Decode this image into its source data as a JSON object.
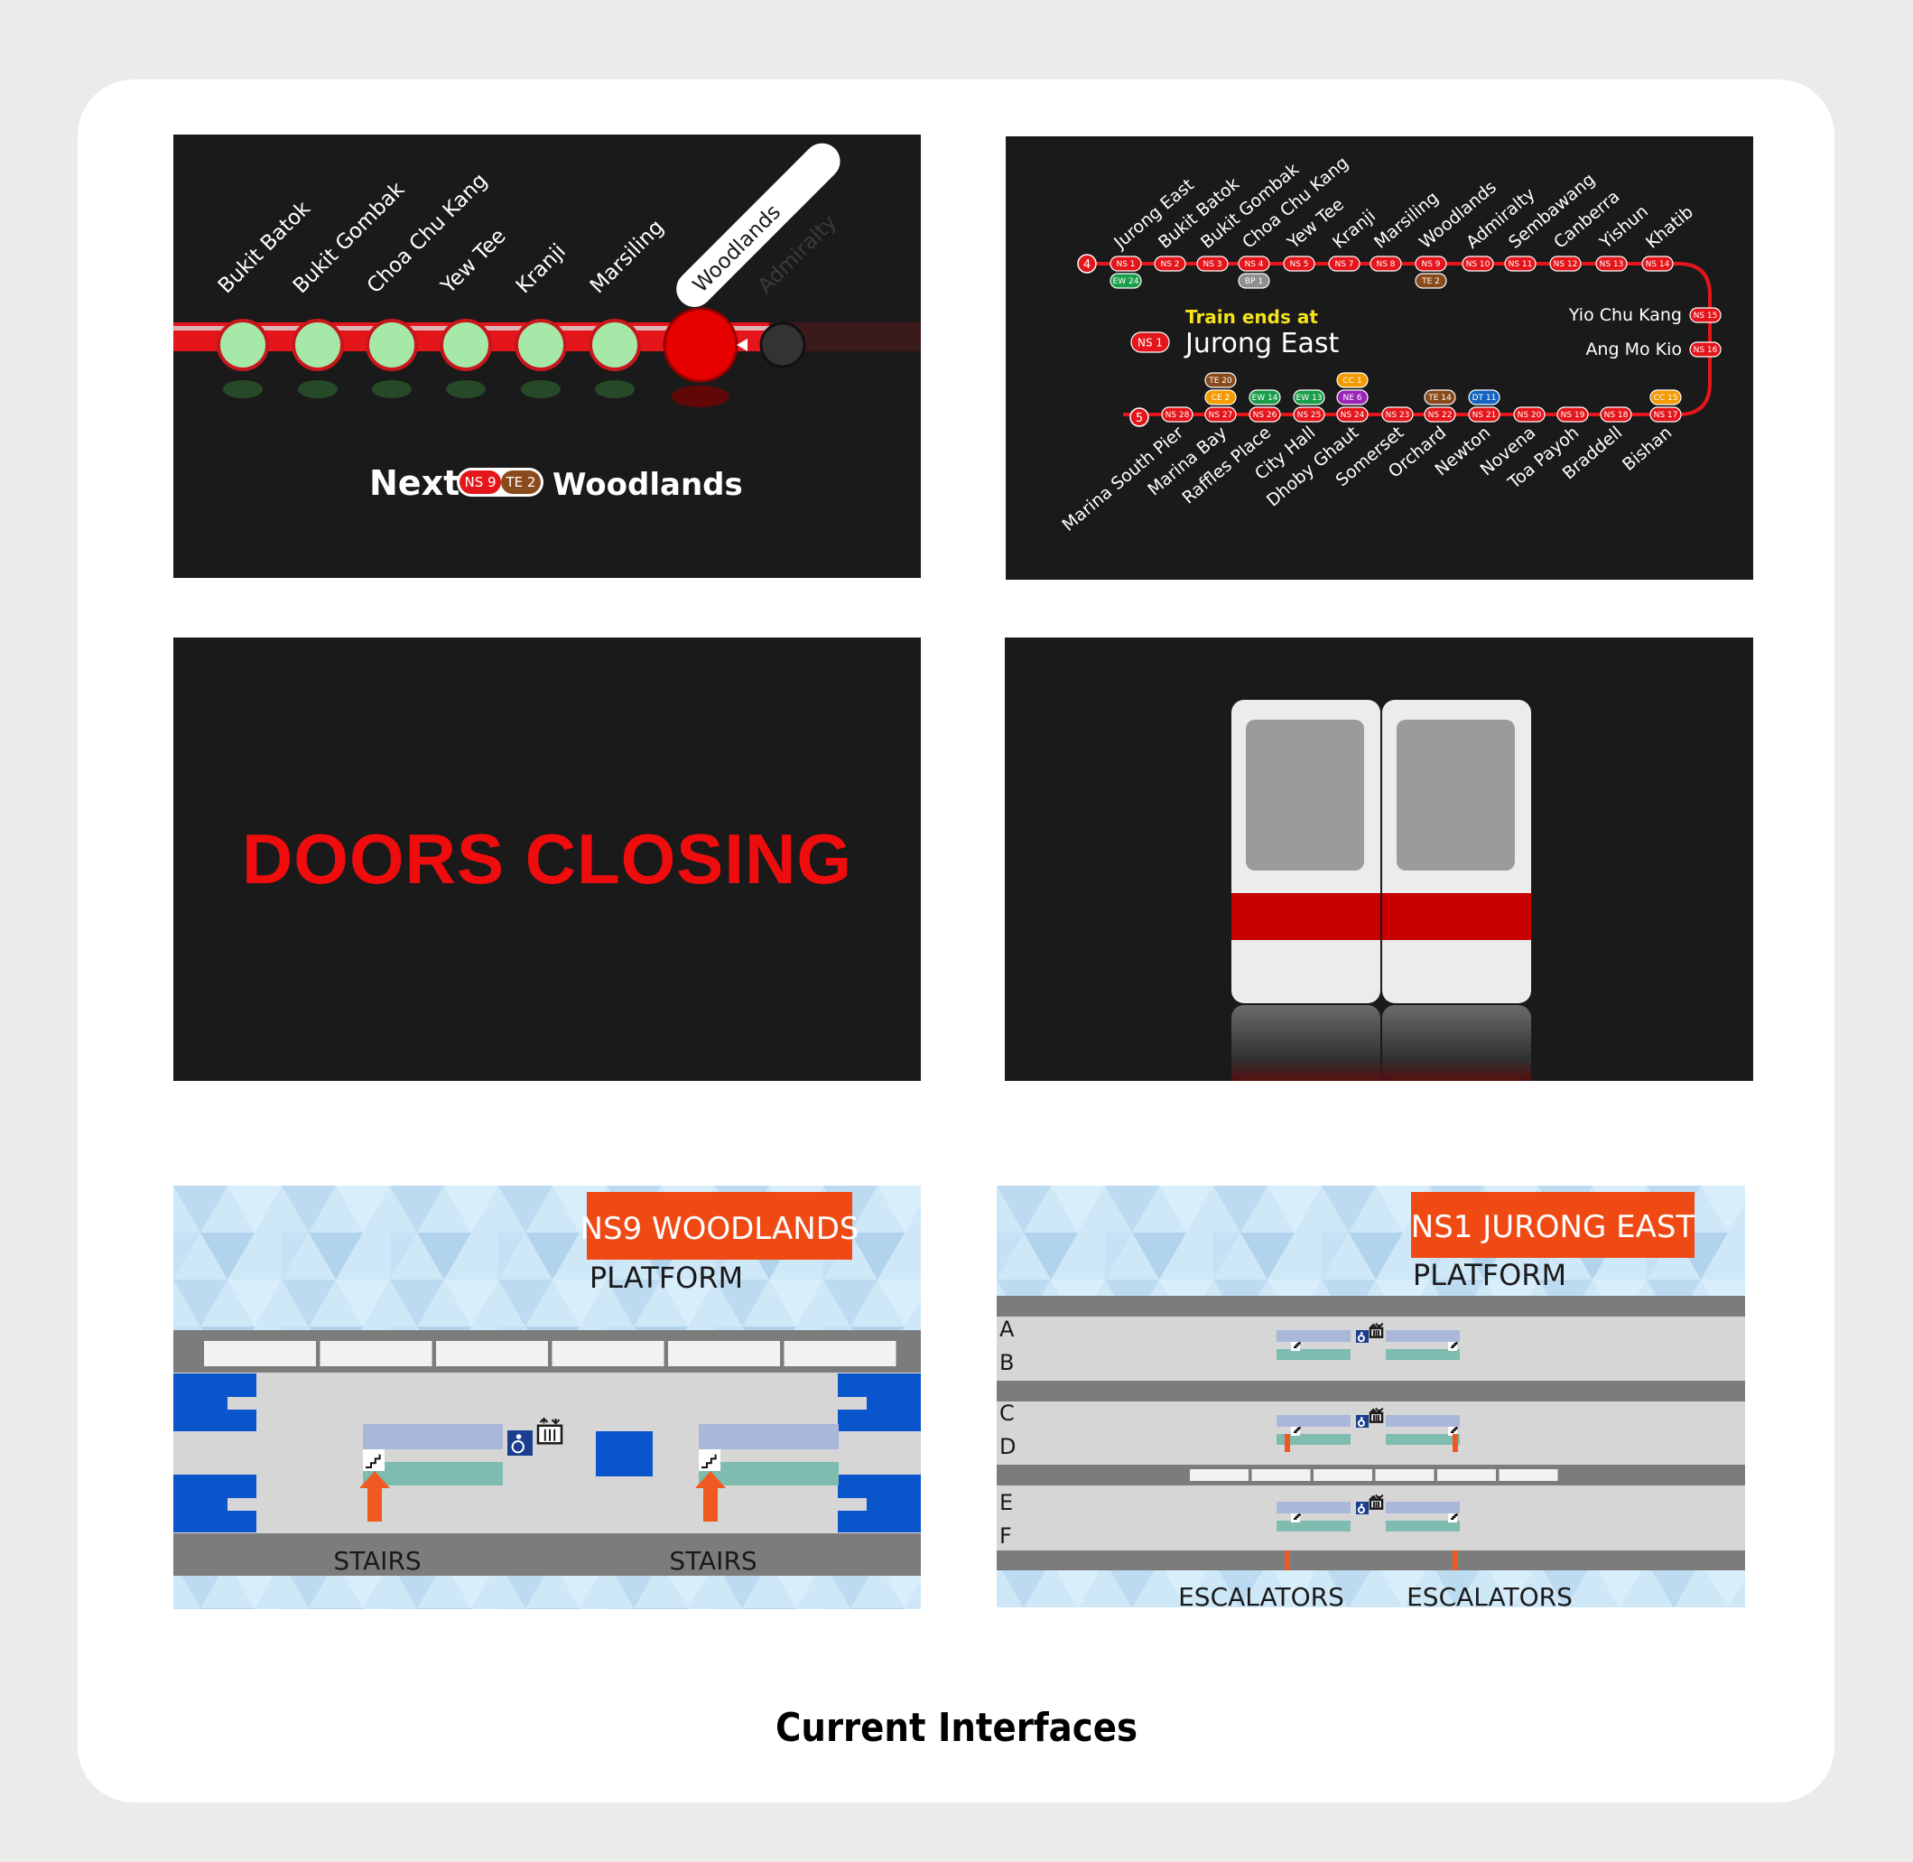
{
  "caption": "Current Interfaces",
  "panel1": {
    "stations": [
      "Bukit Batok",
      "Bukit Gombak",
      "Choa Chu Kang",
      "Yew Tee",
      "Kranji",
      "Marsiling",
      "Woodlands",
      "Admiralty"
    ],
    "next_label": "Next",
    "next_codes": [
      "NS 9",
      "TE 2"
    ],
    "next_station": "Woodlands",
    "colors": {
      "line": "#e4161b",
      "passed": "#a5e8a8",
      "current": "#e60000",
      "upcoming": "#333333",
      "te_brown": "#8a4b1c"
    }
  },
  "panel2": {
    "top_stations": [
      "Jurong East",
      "Bukit Batok",
      "Bukit Gombak",
      "Choa Chu Kang",
      "Yew Tee",
      "Kranji",
      "Marsiling",
      "Woodlands",
      "Admiralty",
      "Sembawang",
      "Canberra",
      "Yishun",
      "Khatib"
    ],
    "top_codes": [
      "NS 1",
      "NS 2",
      "NS 3",
      "NS 4",
      "NS 5",
      "NS 7",
      "NS 8",
      "NS 9",
      "NS 10",
      "NS 11",
      "NS 12",
      "NS 13",
      "NS 14"
    ],
    "top_interchanges": [
      {
        "at": 0,
        "code": "EW 24",
        "color": "#1a9e4a"
      },
      {
        "at": 3,
        "code": "BP 1",
        "color": "#8f8f8f"
      },
      {
        "at": 7,
        "code": "TE 2",
        "color": "#8a4b1c"
      }
    ],
    "right_stations": [
      "Yio Chu Kang",
      "Ang Mo Kio"
    ],
    "right_codes": [
      "NS 15",
      "NS 16"
    ],
    "bottom_stations": [
      "Marina South Pier",
      "Marina Bay",
      "Raffles Place",
      "City Hall",
      "Dhoby Ghaut",
      "Somerset",
      "Orchard",
      "Newton",
      "Novena",
      "Toa Payoh",
      "Braddell",
      "Bishan"
    ],
    "bottom_codes": [
      "NS 28",
      "NS 27",
      "NS 26",
      "NS 25",
      "NS 24",
      "NS 23",
      "NS 22",
      "NS 21",
      "NS 20",
      "NS 19",
      "NS 18",
      "NS 17"
    ],
    "bottom_interchanges": [
      {
        "at": 1,
        "codes": [
          "TE 20",
          "CE 2"
        ],
        "colors": [
          "#8a4b1c",
          "#f59b00"
        ]
      },
      {
        "at": 2,
        "codes": [
          "EW 14"
        ],
        "colors": [
          "#1a9e4a"
        ]
      },
      {
        "at": 3,
        "codes": [
          "EW 13"
        ],
        "colors": [
          "#1a9e4a"
        ]
      },
      {
        "at": 4,
        "codes": [
          "CC 1",
          "NE 6"
        ],
        "colors": [
          "#f59b00",
          "#9b26b6"
        ]
      },
      {
        "at": 6,
        "codes": [
          "TE 14"
        ],
        "colors": [
          "#8a4b1c"
        ]
      },
      {
        "at": 7,
        "codes": [
          "DT 11"
        ],
        "colors": [
          "#1565c0"
        ]
      },
      {
        "at": 11,
        "codes": [
          "CC 15"
        ],
        "colors": [
          "#f59b00"
        ]
      }
    ],
    "platform_top": "4",
    "platform_bottom": "5",
    "ends_label": "Train ends at",
    "ends_code": "NS 1",
    "ends_station": "Jurong East"
  },
  "panel3": {
    "text": "DOORS CLOSING"
  },
  "panel5": {
    "title": "NS9 WOODLANDS",
    "subtitle": "PLATFORM",
    "labels": [
      "STAIRS",
      "STAIRS"
    ]
  },
  "panel6": {
    "title": "NS1 JURONG EAST",
    "subtitle": "PLATFORM",
    "doors": [
      "A",
      "B",
      "C",
      "D",
      "E",
      "F"
    ],
    "labels": [
      "ESCALATORS",
      "ESCALATORS"
    ]
  }
}
